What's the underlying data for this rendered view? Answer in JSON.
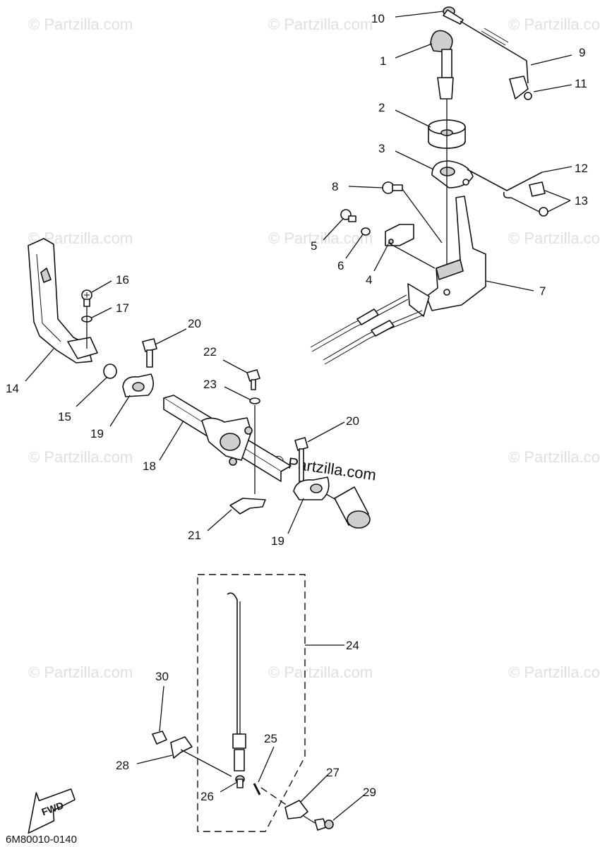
{
  "watermark": "© Partzilla.com",
  "center_watermark": "© Partzilla.com",
  "diagram_code": "6M80010-0140",
  "fwd_label": "FWD",
  "callouts": [
    "10",
    "1",
    "9",
    "11",
    "2",
    "3",
    "12",
    "8",
    "13",
    "5",
    "6",
    "4",
    "7",
    "16",
    "17",
    "14",
    "15",
    "20",
    "22",
    "23",
    "19",
    "18",
    "20",
    "21",
    "19",
    "24",
    "30",
    "25",
    "28",
    "27",
    "29",
    "26"
  ]
}
